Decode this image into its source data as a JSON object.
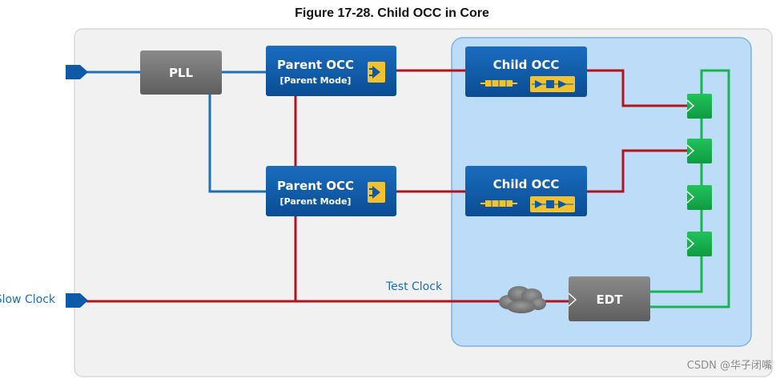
{
  "figure": {
    "title": "Figure 17-28. Child OCC in Core"
  },
  "blocks": {
    "pll": "PLL",
    "parent_occ_1": {
      "title": "Parent OCC",
      "mode": "[Parent Mode]"
    },
    "parent_occ_2": {
      "title": "Parent OCC",
      "mode": "[Parent Mode]"
    },
    "child_occ_1": "Child OCC",
    "child_occ_2": "Child OCC",
    "edt": "EDT"
  },
  "labels": {
    "slow_clock": "Slow Clock",
    "test_clock": "Test Clock"
  },
  "watermark": "CSDN @华子闭嘴",
  "colors": {
    "core_bg": "#f1f1f2",
    "child_region": "#bcdcf7",
    "occ_blue": "#0e5aa7",
    "pll_gray": "#737373",
    "clock_red": "#b5121b",
    "pll_wire_blue": "#1c6fb5",
    "scan_green": "#17b450",
    "icon_yellow": "#f2c12e"
  }
}
